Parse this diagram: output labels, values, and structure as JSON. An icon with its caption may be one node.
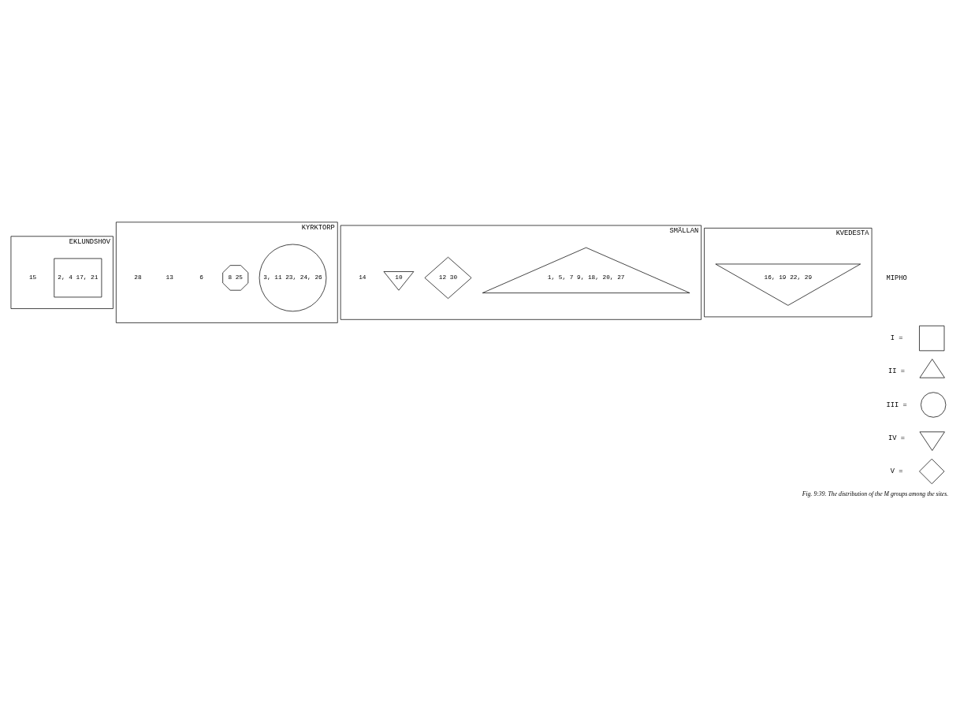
{
  "diagram": {
    "caption": "Fig. 9:39. The distribution of the M groups among the sites.",
    "nodes": [
      {
        "text": [
          "EKLUNDSHOV"
        ]
      },
      {
        "text": [
          "2, 4 17, 21"
        ],
        "in": 0
      },
      {
        "text": [
          "15"
        ],
        "in": 0
      },
      {
        "text": [
          "KYRKTORP"
        ]
      },
      {
        "text": [
          "3, 11 23, 24, 26"
        ],
        "in": 3
      },
      {
        "text": [
          "8 25"
        ],
        "in": 3
      },
      {
        "text": [
          "6"
        ],
        "in": 3
      },
      {
        "text": [
          "13"
        ],
        "in": 3
      },
      {
        "text": [
          "28"
        ],
        "in": 3
      },
      {
        "text": [
          "SMÄLLAN"
        ]
      },
      {
        "text": [
          "1, 5, 7 9, 18, 20, 27"
        ],
        "in": 9
      },
      {
        "text": [
          "12 30"
        ],
        "in": 9
      },
      {
        "text": [
          "10"
        ],
        "in": 9
      },
      {
        "text": [
          "14"
        ],
        "in": 9
      },
      {
        "text": [
          "KVEDESTA"
        ]
      },
      {
        "text": [
          "16, 19 22, 29"
        ],
        "in": 14
      },
      {
        "text": [],
        "shape": "box"
      },
      {
        "text": [],
        "shape": "triangle"
      },
      {
        "text": [],
        "shape": "circle"
      },
      {
        "text": [],
        "shape": "triangle"
      },
      {
        "text": [],
        "shape": "diamond"
      }
    ],
    "labels": [
      "MIPHO",
      "I =",
      "II =",
      "III =",
      "IV =",
      "V ="
    ]
  }
}
